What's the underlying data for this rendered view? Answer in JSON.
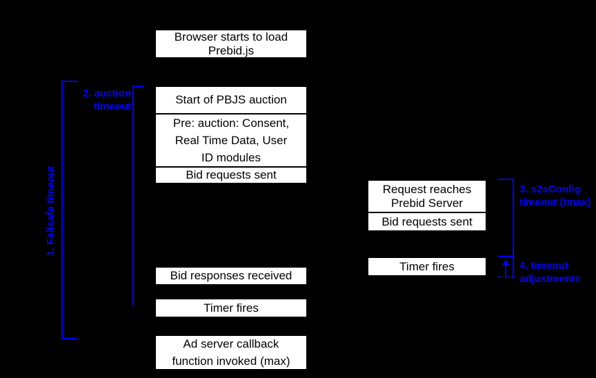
{
  "colors": {
    "background": "#000000",
    "box_fill": "#ffffff",
    "box_border": "#000000",
    "box_text": "#000000",
    "annotation": "#0000ff"
  },
  "client_column": {
    "boxes": [
      {
        "id": "browser-load",
        "lines": [
          "Browser starts to load",
          "Prebid.js"
        ]
      },
      {
        "id": "start-auction",
        "lines": [
          "Start of PBJS auction"
        ]
      },
      {
        "id": "pre-auction",
        "lines": [
          "Pre: auction: Consent,",
          "Real Time Data, User",
          "ID modules"
        ]
      },
      {
        "id": "bid-requests-sent",
        "lines": [
          "Bid requests sent"
        ]
      },
      {
        "id": "bid-responses-received",
        "lines": [
          "Bid responses received"
        ]
      },
      {
        "id": "timer-fires",
        "lines": [
          "Timer fires"
        ]
      },
      {
        "id": "ad-server-callback",
        "lines": [
          "Ad server callback",
          "function invoked (max)"
        ]
      }
    ]
  },
  "server_column": {
    "boxes": [
      {
        "id": "request-reaches-server",
        "lines": [
          "Request reaches",
          "Prebid Server"
        ]
      },
      {
        "id": "bid-requests-sent",
        "lines": [
          "Bid requests sent"
        ]
      },
      {
        "id": "timer-fires",
        "lines": [
          "Timer fires"
        ]
      }
    ]
  },
  "annotations": {
    "failsafe": {
      "label": "1. Failsafe timeout"
    },
    "auction": {
      "lines": [
        "2. auction",
        "timeout"
      ]
    },
    "s2s": {
      "lines": [
        "3. s2sConfig",
        "timeout (tmax)"
      ]
    },
    "adjustments": {
      "lines": [
        "4. timeout",
        "adjustments"
      ]
    }
  }
}
